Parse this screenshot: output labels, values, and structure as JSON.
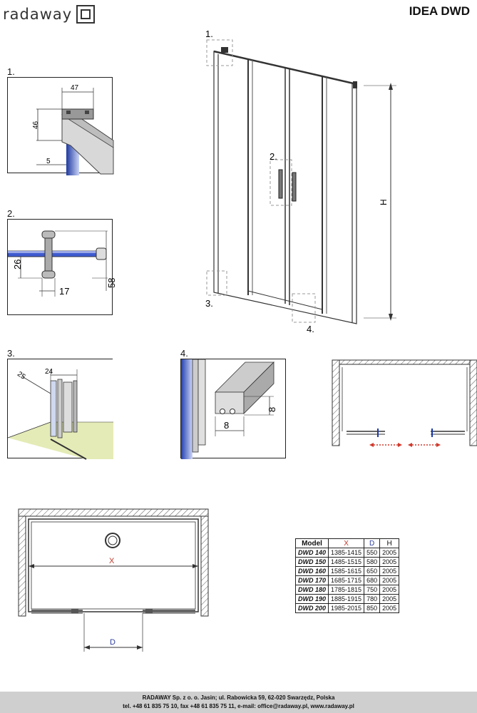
{
  "header": {
    "logo_text": "radaway",
    "title": "IDEA DWD"
  },
  "details": [
    {
      "label": "1.",
      "dims": [
        "47",
        "46",
        "5"
      ]
    },
    {
      "label": "2.",
      "dims": [
        "26",
        "17",
        "58"
      ]
    },
    {
      "label": "3.",
      "dims": [
        "25",
        "24"
      ]
    },
    {
      "label": "4.",
      "dims": [
        "8",
        "8"
      ]
    }
  ],
  "main_drawing": {
    "callouts": [
      "1.",
      "2.",
      "3.",
      "4."
    ],
    "height_label": "H"
  },
  "plan_view": {
    "width_label": "X",
    "opening_label": "D"
  },
  "table": {
    "headers": [
      "Model",
      "X",
      "D",
      "H"
    ],
    "header_colors": [
      "#111111",
      "#c0392b",
      "#2c3e9e",
      "#111111"
    ],
    "rows": [
      [
        "DWD 140",
        "1385-1415",
        "550",
        "2005"
      ],
      [
        "DWD 150",
        "1485-1515",
        "580",
        "2005"
      ],
      [
        "DWD 160",
        "1585-1615",
        "650",
        "2005"
      ],
      [
        "DWD 170",
        "1685-1715",
        "680",
        "2005"
      ],
      [
        "DWD 180",
        "1785-1815",
        "750",
        "2005"
      ],
      [
        "DWD 190",
        "1885-1915",
        "780",
        "2005"
      ],
      [
        "DWD 200",
        "1985-2015",
        "850",
        "2005"
      ]
    ]
  },
  "footer": {
    "line1": "RADAWAY Sp. z o. o. Jasin; ul. Rabowicka 59, 62-020 Swarzędz, Polska",
    "line2": "tel. +48 61 835 75 10, fax +48 61 835 75 11, e-mail: office@radaway.pl, www.radaway.pl"
  }
}
